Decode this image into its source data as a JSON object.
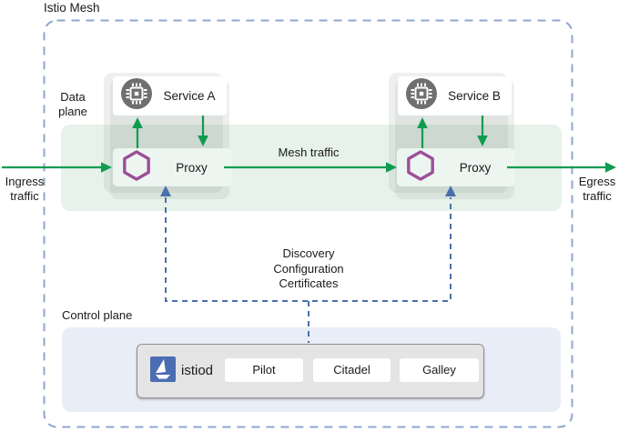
{
  "title": "Istio Mesh",
  "labels": {
    "data_plane": "Data plane",
    "control_plane": "Control plane",
    "ingress": "Ingress traffic",
    "egress": "Egress traffic",
    "mesh_traffic": "Mesh traffic"
  },
  "services": [
    {
      "name": "Service A",
      "proxy": "Proxy"
    },
    {
      "name": "Service B",
      "proxy": "Proxy"
    }
  ],
  "channel": {
    "lines": [
      "Discovery",
      "Configuration",
      "Certificates"
    ]
  },
  "istiod": {
    "name": "istiod",
    "components": [
      "Pilot",
      "Citadel",
      "Galley"
    ]
  },
  "icons": {
    "service": "chip-icon",
    "proxy": "hexagon-proxy-icon",
    "istiod": "istio-sailboat-logo"
  },
  "colors": {
    "traffic_green": "#0f9c4f",
    "proxy_purple": "#9c4e98",
    "istio_blue": "#4a6db3",
    "mesh_band_green": "#e6f2ea",
    "control_panel_blue": "#e9edf8",
    "mesh_border_dash": "#8ea7cf",
    "control_line_blue": "#4a6fad",
    "service_icon_gray": "#6f6f6f"
  }
}
